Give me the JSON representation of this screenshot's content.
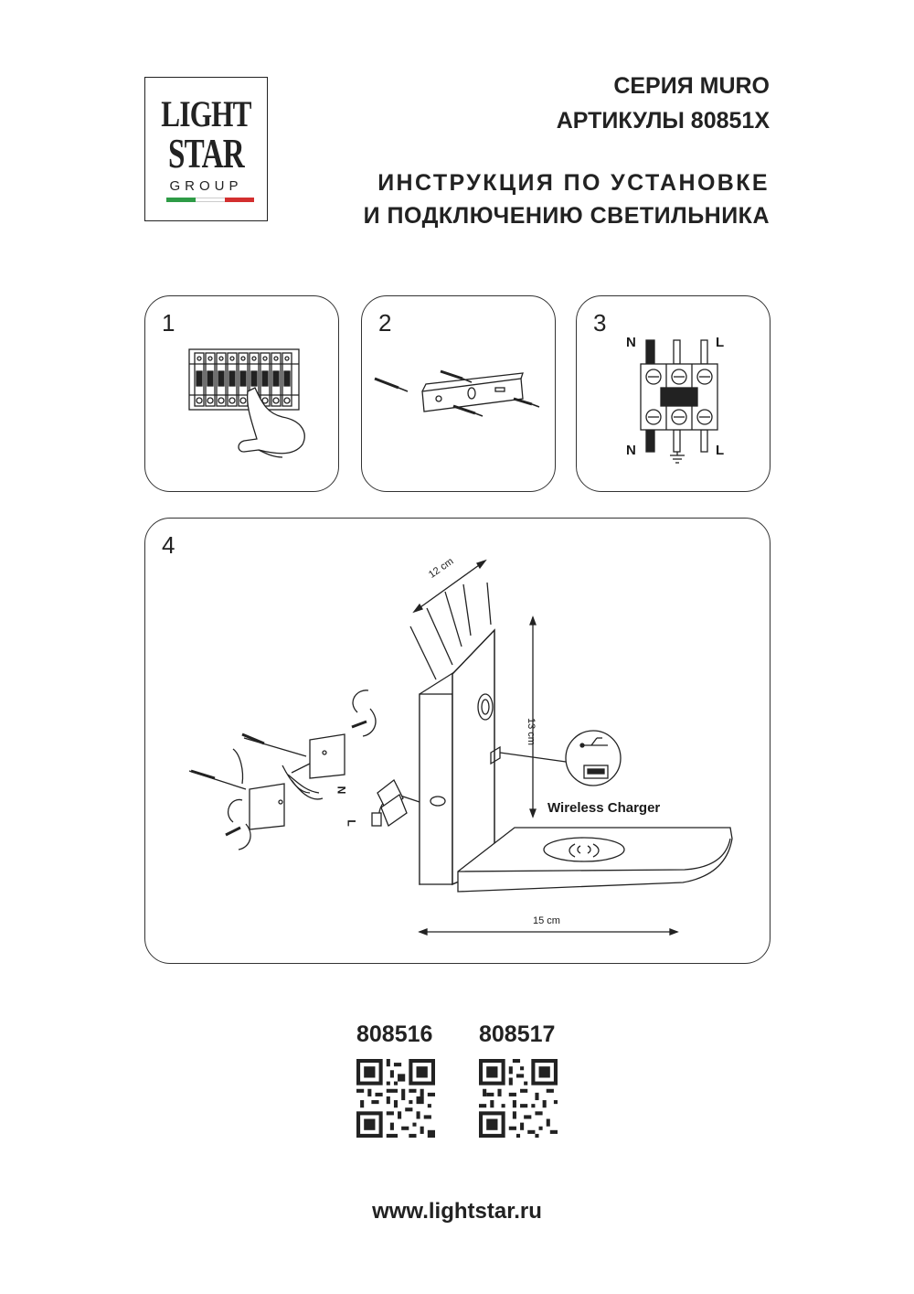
{
  "logo": {
    "line1": "LIGHT",
    "line2": "STAR",
    "line3": "GROUP",
    "flag_colors": [
      "#2e9b46",
      "#ffffff",
      "#d32f2f"
    ]
  },
  "header": {
    "series": "СЕРИЯ MURO",
    "articles": "АРТИКУЛЫ 80851X",
    "instruction_line1": "ИНСТРУКЦИЯ ПО УСТАНОВКЕ",
    "instruction_line2": "И ПОДКЛЮЧЕНИЮ СВЕТИЛЬНИКА"
  },
  "steps": [
    {
      "number": "1",
      "icon": "circuit-breaker-icon"
    },
    {
      "number": "2",
      "icon": "mounting-bracket-icon"
    },
    {
      "number": "3",
      "icon": "terminal-block-icon",
      "labels": {
        "n": "N",
        "l": "L"
      }
    },
    {
      "number": "4",
      "icon": "lamp-installation-icon"
    }
  ],
  "diagram": {
    "dim_width": "12 cm",
    "dim_height": "13 cm",
    "dim_length": "15 cm",
    "wireless_label": "Wireless Charger",
    "wire_n": "N",
    "wire_l": "L"
  },
  "codes": [
    {
      "article": "808516",
      "icon": "qr-code-icon"
    },
    {
      "article": "808517",
      "icon": "qr-code-icon"
    }
  ],
  "footer": {
    "url": "www.lightstar.ru"
  }
}
